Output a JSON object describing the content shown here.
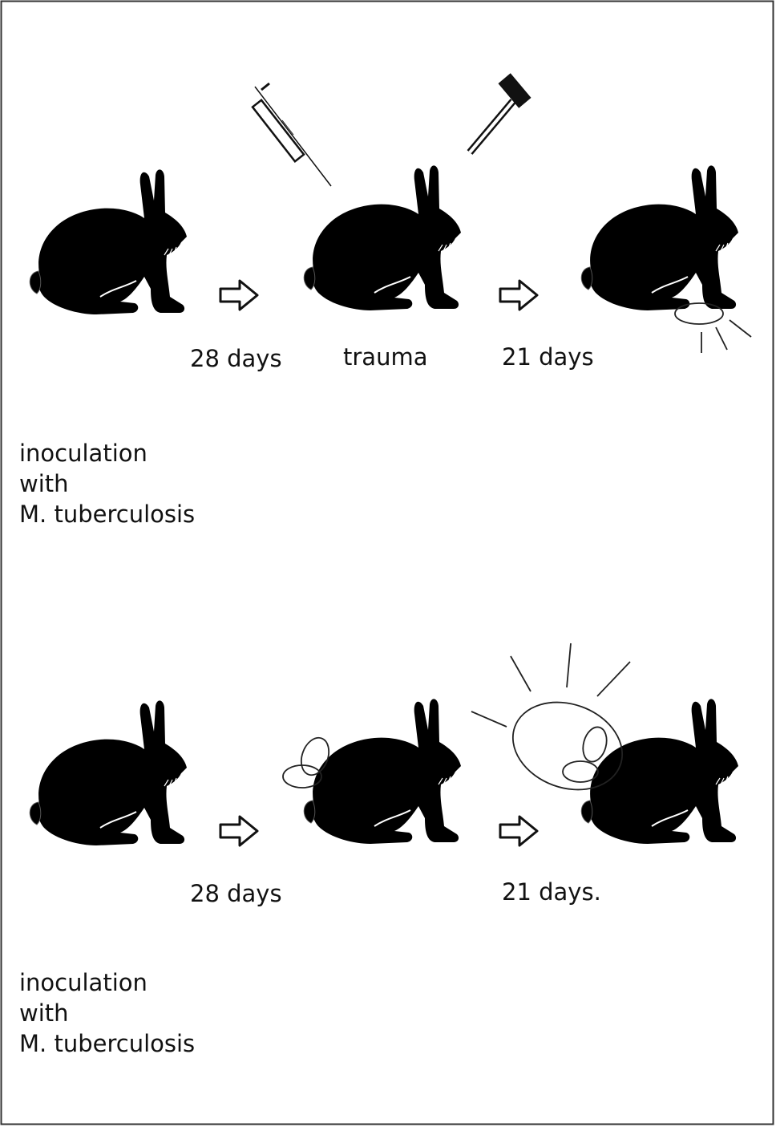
{
  "panel_top": {
    "step1_duration": "28 days",
    "step2_event": "trauma",
    "step3_duration": "21 days",
    "inoculation": [
      "inoculation",
      "with",
      "M. tuberculosis"
    ]
  },
  "panel_bottom": {
    "step1_duration": "28 days",
    "step3_duration": "21 days.",
    "inoculation": [
      "inoculation",
      "with",
      "M. tuberculosis"
    ]
  },
  "colors": {
    "silhouette": "#000000",
    "line": "#222222",
    "border": "#333333"
  },
  "icons": [
    "rabbit-silhouette-icon",
    "arrow-right-icon",
    "syringe-icon",
    "hammer-icon",
    "swelling-ellipse-icon",
    "radiating-lines-icon"
  ]
}
